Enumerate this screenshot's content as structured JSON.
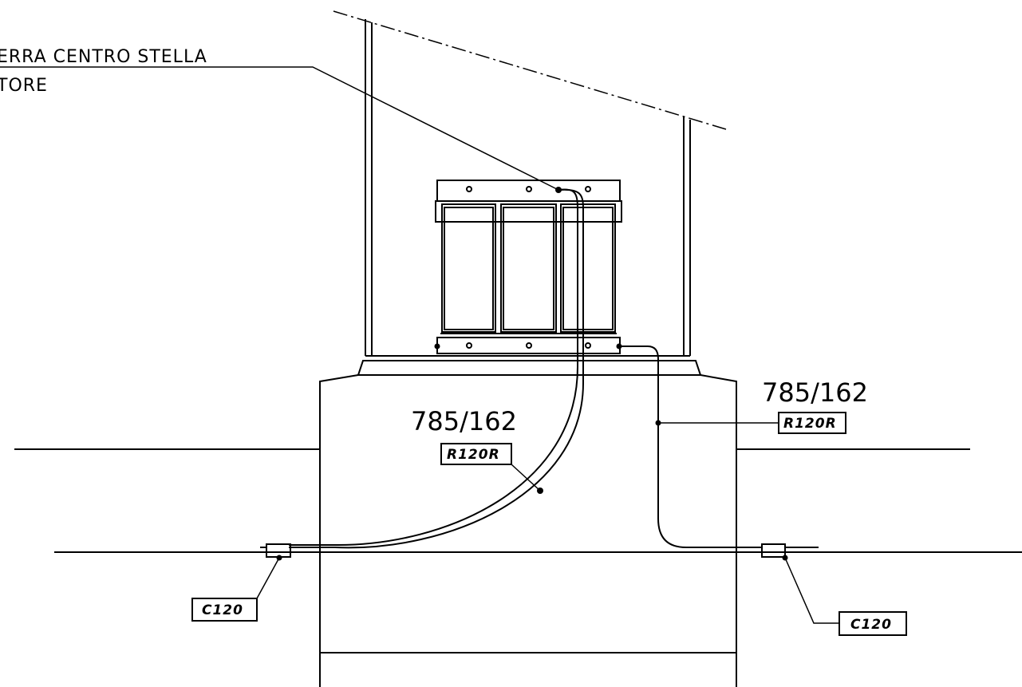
{
  "leader_title": {
    "line1": "ERRA CENTRO STELLA",
    "line2": "TORE"
  },
  "cable_left": {
    "spec": "785/162",
    "tag": "R120R"
  },
  "cable_right": {
    "spec": "785/162",
    "tag": "R120R"
  },
  "connector_left": {
    "tag": "C120"
  },
  "connector_right": {
    "tag": "C120"
  }
}
